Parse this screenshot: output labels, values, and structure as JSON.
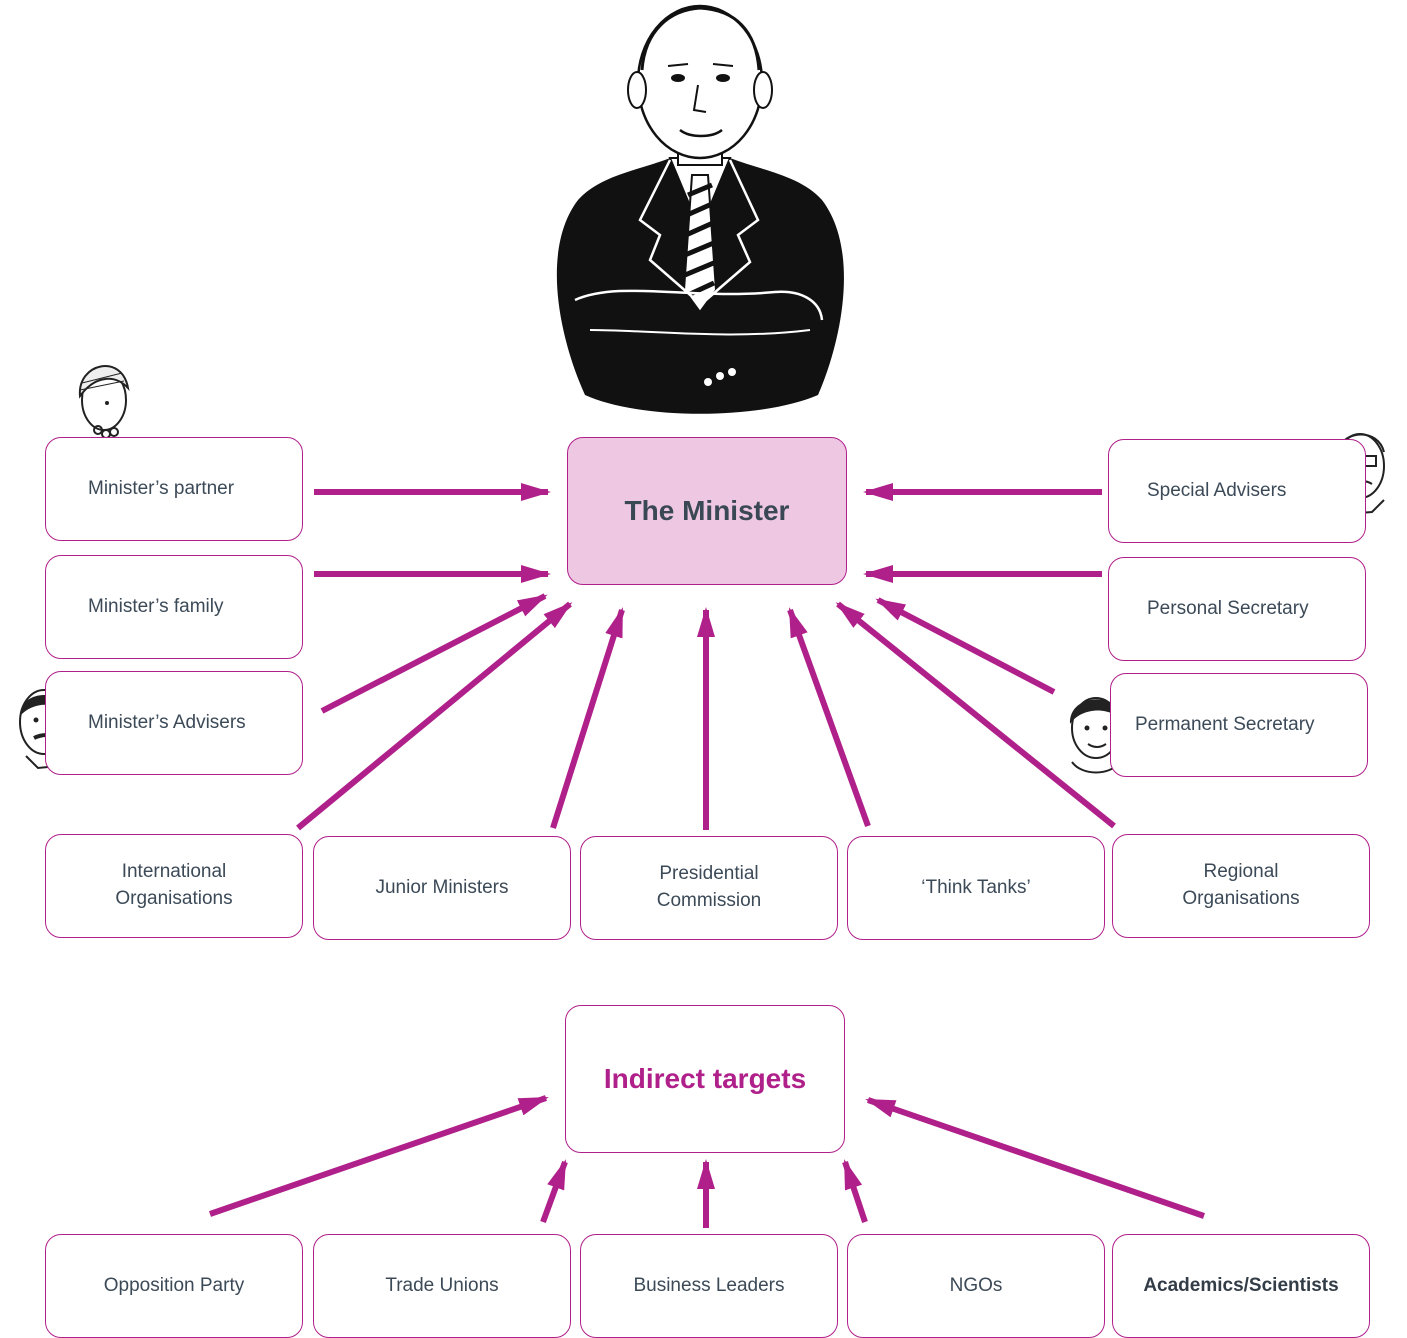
{
  "colors": {
    "accent": "#b0208a",
    "minister_fill": "#eec8e3",
    "text": "#3c4a58"
  },
  "center": {
    "label": "The Minister"
  },
  "left_boxes": [
    {
      "label": "Minister’s partner"
    },
    {
      "label": "Minister’s family"
    },
    {
      "label": "Minister’s Advisers"
    }
  ],
  "right_boxes": [
    {
      "label": "Special Advisers"
    },
    {
      "label": "Personal Secretary"
    },
    {
      "label": "Permanent Secretary"
    }
  ],
  "bottom_row": [
    {
      "label": "International\nOrganisations"
    },
    {
      "label": "Junior Ministers"
    },
    {
      "label": "Presidential\nCommission"
    },
    {
      "label": "‘Think Tanks’"
    },
    {
      "label": "Regional\nOrganisations"
    }
  ],
  "indirect": {
    "label": "Indirect targets"
  },
  "indirect_row": [
    {
      "label": "Opposition Party"
    },
    {
      "label": "Trade Unions"
    },
    {
      "label": "Business Leaders"
    },
    {
      "label": "NGOs"
    },
    {
      "label": "Academics/Scientists"
    }
  ]
}
